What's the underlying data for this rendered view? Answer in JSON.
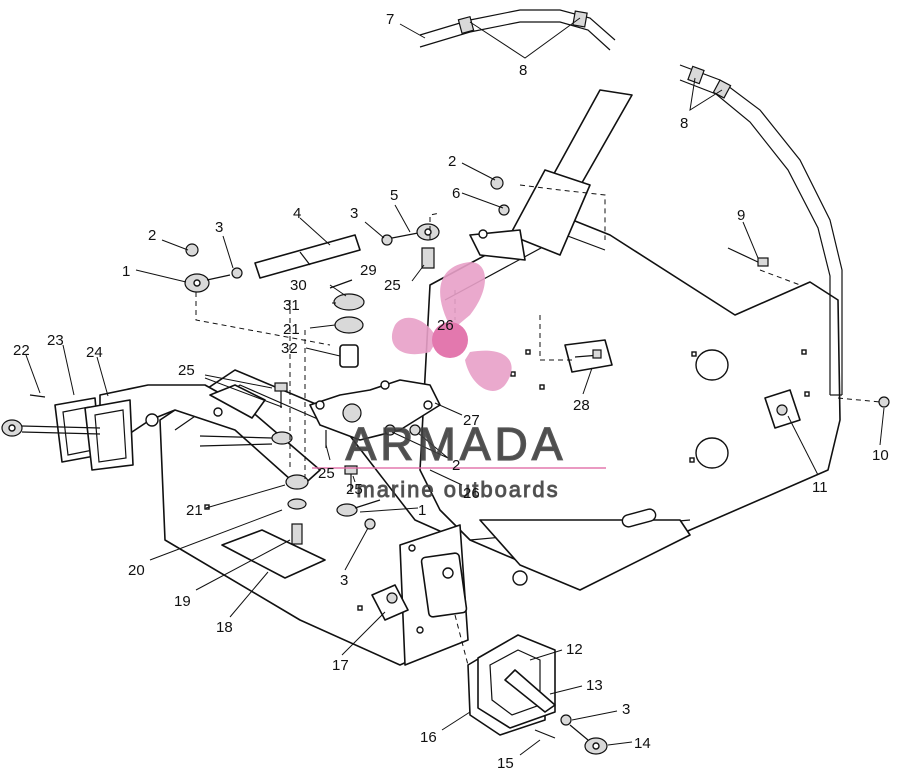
{
  "callouts": [
    {
      "id": "c7",
      "label": "7"
    },
    {
      "id": "c8a",
      "label": "8"
    },
    {
      "id": "c8b",
      "label": "8"
    },
    {
      "id": "c2a",
      "label": "2"
    },
    {
      "id": "c6",
      "label": "6"
    },
    {
      "id": "c5",
      "label": "5"
    },
    {
      "id": "c4",
      "label": "4"
    },
    {
      "id": "c3a",
      "label": "3"
    },
    {
      "id": "c3b",
      "label": "3"
    },
    {
      "id": "c2b",
      "label": "2"
    },
    {
      "id": "c1a",
      "label": "1"
    },
    {
      "id": "c9",
      "label": "9"
    },
    {
      "id": "c30",
      "label": "30"
    },
    {
      "id": "c29",
      "label": "29"
    },
    {
      "id": "c25a",
      "label": "25"
    },
    {
      "id": "c31",
      "label": "31"
    },
    {
      "id": "c21a",
      "label": "21"
    },
    {
      "id": "c26a",
      "label": "26"
    },
    {
      "id": "c32",
      "label": "32"
    },
    {
      "id": "c22",
      "label": "22"
    },
    {
      "id": "c23",
      "label": "23"
    },
    {
      "id": "c24",
      "label": "24"
    },
    {
      "id": "c25b",
      "label": "25"
    },
    {
      "id": "c27",
      "label": "27"
    },
    {
      "id": "c28",
      "label": "28"
    },
    {
      "id": "c2c",
      "label": "2"
    },
    {
      "id": "c10",
      "label": "10"
    },
    {
      "id": "c11",
      "label": "11"
    },
    {
      "id": "c25c",
      "label": "25"
    },
    {
      "id": "c25d",
      "label": "25"
    },
    {
      "id": "c26b",
      "label": "26"
    },
    {
      "id": "c21b",
      "label": "21"
    },
    {
      "id": "c1b",
      "label": "1"
    },
    {
      "id": "c20",
      "label": "20"
    },
    {
      "id": "c3c",
      "label": "3"
    },
    {
      "id": "c19",
      "label": "19"
    },
    {
      "id": "c18",
      "label": "18"
    },
    {
      "id": "c17",
      "label": "17"
    },
    {
      "id": "c12",
      "label": "12"
    },
    {
      "id": "c13",
      "label": "13"
    },
    {
      "id": "c3d",
      "label": "3"
    },
    {
      "id": "c16",
      "label": "16"
    },
    {
      "id": "c14",
      "label": "14"
    },
    {
      "id": "c15",
      "label": "15"
    }
  ],
  "watermark": {
    "brand": "ARMADA",
    "tagline": "marine outboards",
    "logo_color": "#e8a0c8",
    "logo_center_color": "#e06aa6"
  }
}
